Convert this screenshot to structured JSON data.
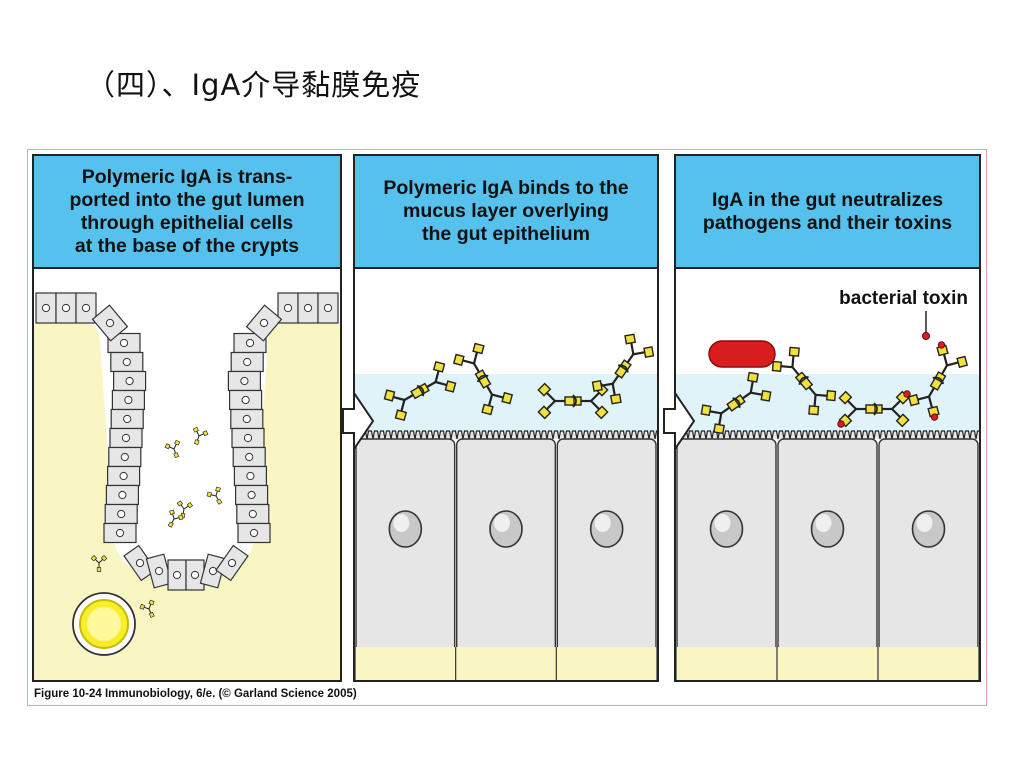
{
  "slide_title": "（四）、IgA介导黏膜免疫",
  "panels": [
    {
      "header": "Polymeric IgA is trans-\nported into the gut lumen\nthrough epithelial cells\nat the base of the crypts"
    },
    {
      "header": "Polymeric IgA binds to the\nmucus layer overlying\nthe gut epithelium"
    },
    {
      "header": "IgA in the gut neutralizes\npathogens and their toxins"
    }
  ],
  "label_bacterial_toxin": "bacterial toxin",
  "caption": "Figure 10-24  Immunobiology, 6/e. (© Garland Science 2005)",
  "colors": {
    "header_blue": "#55c1ec",
    "lamina_yellow": "#faf6c4",
    "mucus_blue": "#dff3f8",
    "cell_gray": "#e6e6e6",
    "antibody_yellow": "#f2e13a",
    "bacterium_red": "#d91e1e"
  }
}
